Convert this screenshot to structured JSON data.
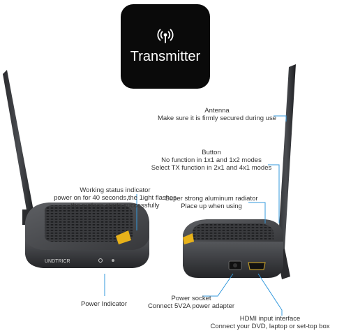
{
  "badge": {
    "title": "Transmitter",
    "icon": "wireless-broadcast-icon"
  },
  "device_brand": "UNDTRICR",
  "callouts": {
    "antenna": {
      "line1": "Antenna",
      "line2": "Make sure it is firmly secured during use"
    },
    "button": {
      "line1": "Button",
      "line2": "No function in 1x1 and 1x2 modes",
      "line3": "Select TX function in 2x1 and 4x1 modes"
    },
    "status": {
      "line1": "Working status indicator",
      "line2": "power on for 40 seconds,the 1ight flashes",
      "line3": "the surface starts successfully"
    },
    "radiator": {
      "line1": "Super strong aluminum radiator",
      "line2": "Place up when using"
    },
    "power_indicator": {
      "line1": "Power Indicator"
    },
    "power_socket": {
      "line1": "Power socket",
      "line2": "Connect 5V2A power adapter"
    },
    "hdmi": {
      "line1": "HDMI input interface",
      "line2": "Connect your DVD, laptop or set-top box"
    }
  },
  "colors": {
    "callout_line": "#3399dd",
    "device_body": "#3a3b3e",
    "sticker": "#e8b21a",
    "badge_bg": "#0a0a0a"
  }
}
